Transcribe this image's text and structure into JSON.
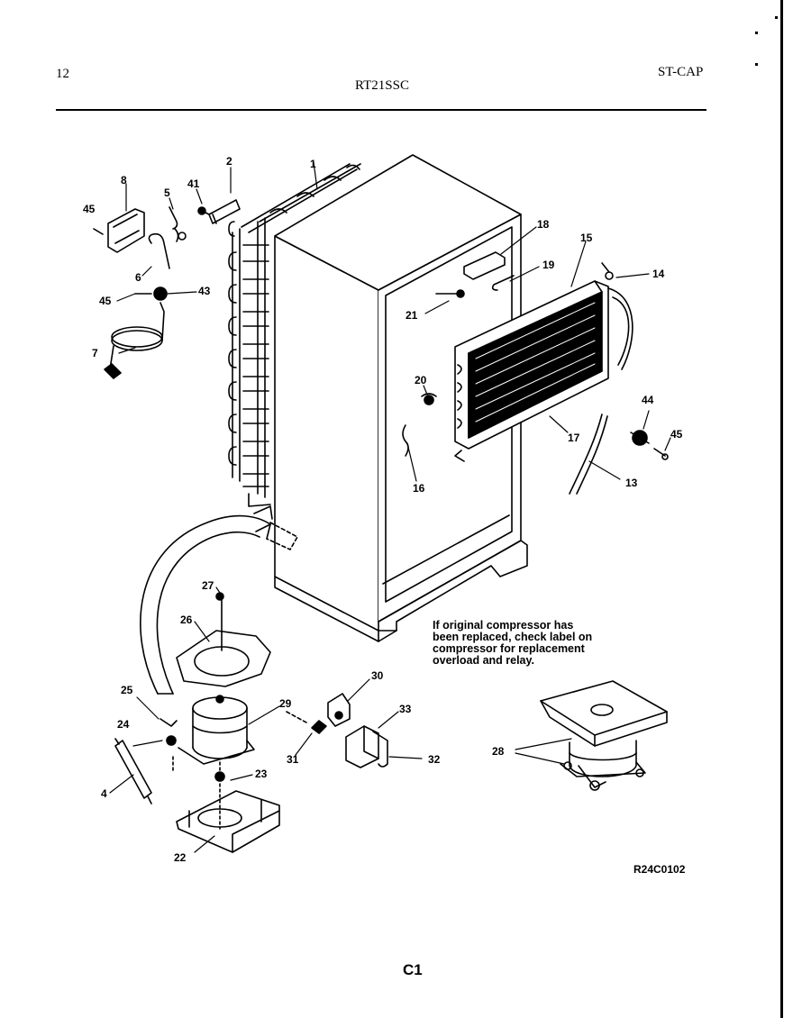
{
  "header": {
    "page_number": "12",
    "model": "RT21SSC",
    "section_code": "ST-CAP"
  },
  "parts": [
    {
      "id": "p1",
      "label": "1"
    },
    {
      "id": "p2",
      "label": "2"
    },
    {
      "id": "p4",
      "label": "4"
    },
    {
      "id": "p5",
      "label": "5"
    },
    {
      "id": "p6",
      "label": "6"
    },
    {
      "id": "p7",
      "label": "7"
    },
    {
      "id": "p8",
      "label": "8"
    },
    {
      "id": "p13",
      "label": "13"
    },
    {
      "id": "p14",
      "label": "14"
    },
    {
      "id": "p15",
      "label": "15"
    },
    {
      "id": "p16",
      "label": "16"
    },
    {
      "id": "p17",
      "label": "17"
    },
    {
      "id": "p18",
      "label": "18"
    },
    {
      "id": "p19",
      "label": "19"
    },
    {
      "id": "p20",
      "label": "20"
    },
    {
      "id": "p21",
      "label": "21"
    },
    {
      "id": "p22",
      "label": "22"
    },
    {
      "id": "p23",
      "label": "23"
    },
    {
      "id": "p24",
      "label": "24"
    },
    {
      "id": "p25",
      "label": "25"
    },
    {
      "id": "p26",
      "label": "26"
    },
    {
      "id": "p27",
      "label": "27"
    },
    {
      "id": "p28",
      "label": "28"
    },
    {
      "id": "p29",
      "label": "29"
    },
    {
      "id": "p30",
      "label": "30"
    },
    {
      "id": "p31",
      "label": "31"
    },
    {
      "id": "p32",
      "label": "32"
    },
    {
      "id": "p33",
      "label": "33"
    },
    {
      "id": "p41",
      "label": "41"
    },
    {
      "id": "p43",
      "label": "43"
    },
    {
      "id": "p44",
      "label": "44"
    },
    {
      "id": "p45",
      "label": "45"
    }
  ],
  "note": {
    "lines": [
      "If original compressor has",
      "been replaced, check label on",
      "compressor for replacement",
      "overload and relay."
    ]
  },
  "footer": {
    "diagram_id": "R24C0102",
    "page_label": "C1"
  }
}
